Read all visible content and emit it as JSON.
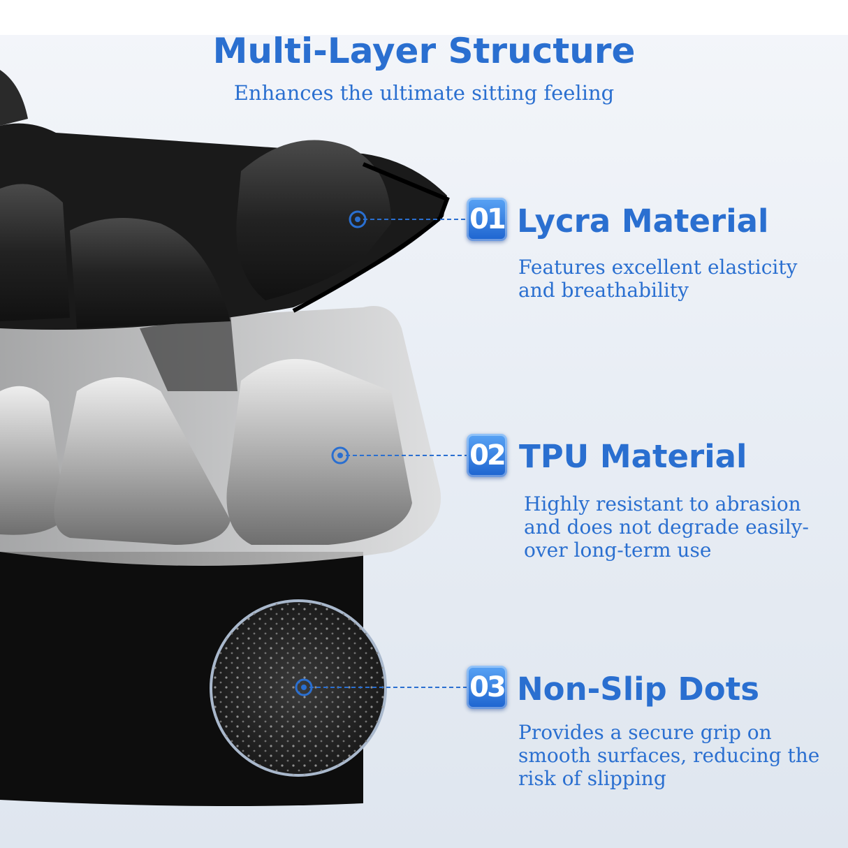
{
  "header": {
    "title": "Multi-Layer Structure",
    "subtitle": "Enhances the ultimate sitting feeling"
  },
  "features": [
    {
      "number": "01",
      "title": "Lycra Material",
      "description": "Features excellent elasticity and breathability"
    },
    {
      "number": "02",
      "title": "TPU Material",
      "description": "Highly resistant to abrasion and does not degrade easily-over long-term use"
    },
    {
      "number": "03",
      "title": "Non-Slip Dots",
      "description": "Provides a secure grip on smooth surfaces, reducing the risk of slipping"
    }
  ],
  "colors": {
    "accent": "#2a6fd0",
    "badge_top": "#5aa4f5",
    "badge_bottom": "#1d63cf"
  }
}
